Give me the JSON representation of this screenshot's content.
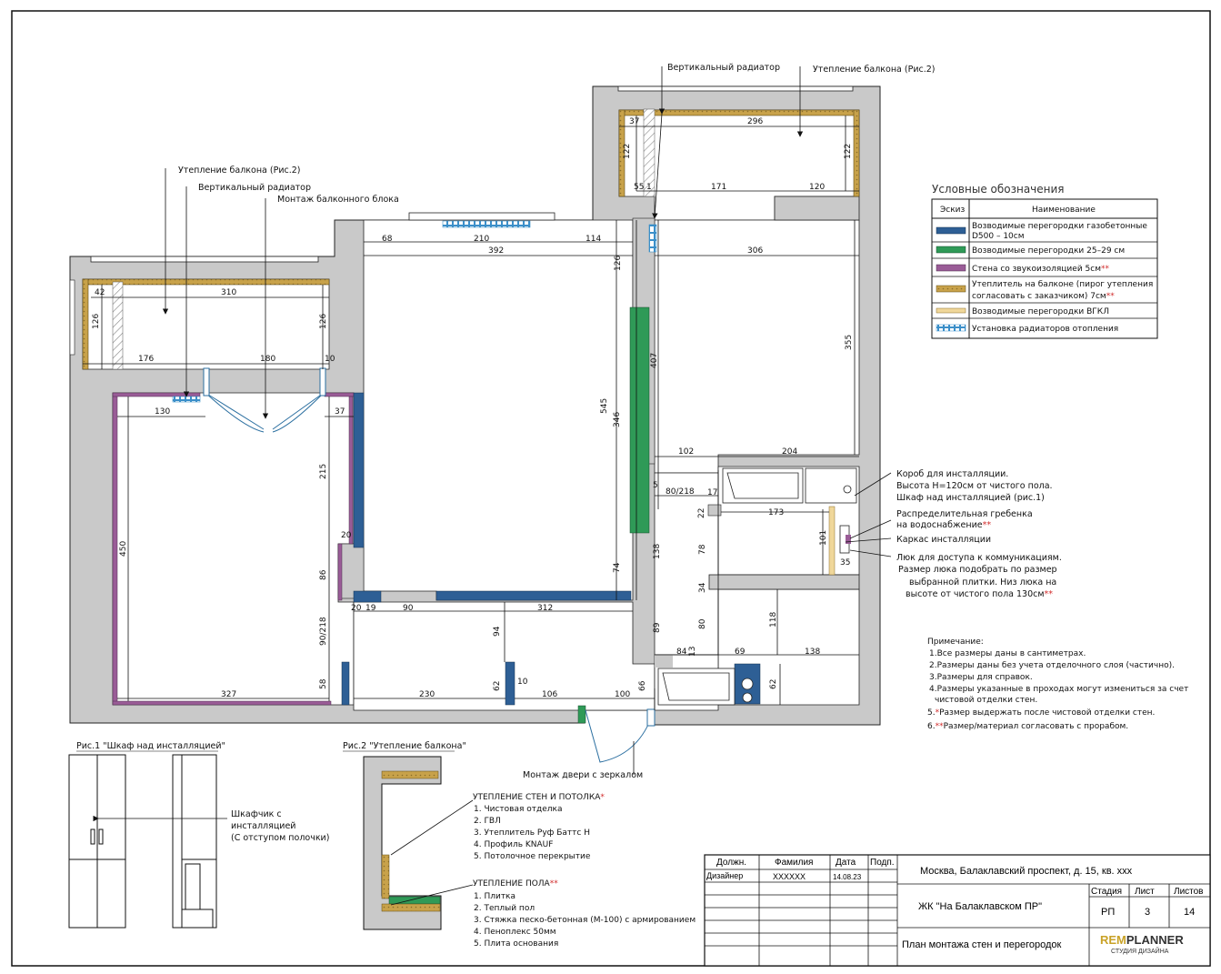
{
  "colors": {
    "wall_fill": "#c9c9c9",
    "aerated_concrete": "#2e5f95",
    "partition_green": "#2f9a57",
    "sound_insulation": "#9a5c97",
    "balcony_insulation": "#c8a24a",
    "gkl": "#f0d79a",
    "radiator": "#5aa7d6"
  },
  "callouts": {
    "balcony_insulation_right": "Утепление балкона (Рис.2)",
    "vertical_radiator_right": "Вертикальный радиатор",
    "balcony_insulation_left": "Утепление балкона (Рис.2)",
    "vertical_radiator_left": "Вертикальный радиатор",
    "balcony_block": "Монтаж балконного блока",
    "door_mirror": "Монтаж двери с зеркалом",
    "box_1": "Короб для инсталляции.",
    "box_2": "Высота Н=120см от чистого пола.",
    "box_3": "Шкаф над инсталляцией (рис.1)",
    "comb_1": "Распределительная гребенка",
    "comb_2": "на водоснабжение",
    "frame": "Каркас инсталляции",
    "hatch_1": "Люк для доступа к коммуникациям.",
    "hatch_2": "Размер люка подобрать по размер",
    "hatch_3": "выбранной плитки. Низ люка на",
    "hatch_4": "высоте от чистого пола 130см",
    "stars2": "**"
  },
  "dims": {
    "d37a": "37",
    "d296": "296",
    "d122a": "122",
    "d122b": "122",
    "d55": "55",
    "d1": "1",
    "d171": "171",
    "d120": "120",
    "d68": "68",
    "d210": "210",
    "d114": "114",
    "d392": "392",
    "d306": "306",
    "d126a": "126",
    "d42": "42",
    "d310": "310",
    "d126b": "126",
    "d126c": "126",
    "d176": "176",
    "d180": "180",
    "d10a": "10",
    "d130": "130",
    "d37b": "37",
    "d215": "215",
    "d407": "407",
    "d545": "545",
    "d346": "346",
    "d355": "355",
    "d102": "102",
    "d204": "204",
    "d5": "5",
    "d80_218": "80/218",
    "d17": "17",
    "d22": "22",
    "d173": "173",
    "d101": "101",
    "d35": "35",
    "d78": "78",
    "d138a": "138",
    "d74": "74",
    "d20": "20",
    "d86": "86",
    "d450": "450",
    "d20b": "20",
    "d19": "19",
    "d90": "90",
    "d312": "312",
    "d34": "34",
    "d80": "80",
    "d118": "118",
    "d90_218": "90/218",
    "d94": "94",
    "d89": "89",
    "d84": "84",
    "d13": "13",
    "d69": "69",
    "d138b": "138",
    "d58": "58",
    "d327": "327",
    "d230": "230",
    "d62a": "62",
    "d10b": "10",
    "d106": "106",
    "d100": "100",
    "d66": "66",
    "d62b": "62"
  },
  "legend": {
    "title": "Условные обозначения",
    "col_sketch": "Эскиз",
    "col_name": "Наименование",
    "rows": [
      {
        "line1": "Возводимые перегородки газобетонные",
        "line2": "D500 – 10см",
        "stars": ""
      },
      {
        "line1": "Возводимые перегородки 25–29 см",
        "line2": "",
        "stars": ""
      },
      {
        "line1": "Стена со звукоизоляцией 5см",
        "line2": "",
        "stars": "**"
      },
      {
        "line1": "Утеплитель на балконе (пирог утепления",
        "line2": "согласовать с заказчиком) 7см",
        "stars": "**"
      },
      {
        "line1": "Возводимые перегородки ВГКЛ",
        "line2": "",
        "stars": ""
      },
      {
        "line1": "Установка радиаторов отопления",
        "line2": "",
        "stars": ""
      }
    ]
  },
  "notes": {
    "title": "Примечание:",
    "n1": "1.Все размеры даны в сантиметрах.",
    "n2": "2.Размеры даны без учета отделочного слоя (частично).",
    "n3": "3.Размеры для справок.",
    "n4a": "4.Размеры указанные  в проходах могут измениться за счет",
    "n4b": "чистовой отделки стен.",
    "n5": "Размер выдержать после чистовой отделки стен.",
    "n5_num": "5.",
    "n6": "Размер/материал согласовать с прорабом.",
    "n6_num": "6.",
    "star1": "*",
    "star2": "**"
  },
  "fig1": {
    "title": "Рис.1 \"Шкаф над инсталляцией\"",
    "label1": "Шкафчик с",
    "label2": "инсталляцией",
    "label3": "(С отступом полочки)"
  },
  "fig2": {
    "title": "Рис.2 \"Утепление балкона\"",
    "walls_title": "УТЕПЛЕНИЕ СТЕН И ПОТОЛКА",
    "walls_items": [
      "1. Чистовая отделка",
      "2. ГВЛ",
      "3. Утеплитель Руф Баттс Н",
      "4. Профиль KNAUF",
      "5. Потолочное перекрытие"
    ],
    "floor_title": "УТЕПЛЕНИЕ ПОЛА",
    "floor_items": [
      "1. Плитка",
      "2. Теплый пол",
      "3. Стяжка песко-бетонная (М-100) с армированием",
      "4. Пеноплекс 50мм",
      "5. Плита основания"
    ],
    "star1": "*",
    "star2": "**"
  },
  "title_block": {
    "h_position": "Должн.",
    "h_surname": "Фамилия",
    "h_date": "Дата",
    "h_sign": "Подп.",
    "role": "Дизайнер",
    "name": "XXXXXX",
    "date": "14.08.23",
    "address": "Москва, Балаклавский проспект, д. 15,  кв. ххх",
    "complex": "ЖК \"На Балаклавском ПР\"",
    "sheet_title": "План монтажа стен и перегородок",
    "h_stage": "Стадия",
    "h_sheet": "Лист",
    "h_sheets": "Листов",
    "stage": "РП",
    "sheet": "3",
    "sheets": "14",
    "logo_rem": "REM",
    "logo_planner": "PLANNER",
    "logo_sub": "СТУДИЯ ДИЗАЙНА"
  }
}
